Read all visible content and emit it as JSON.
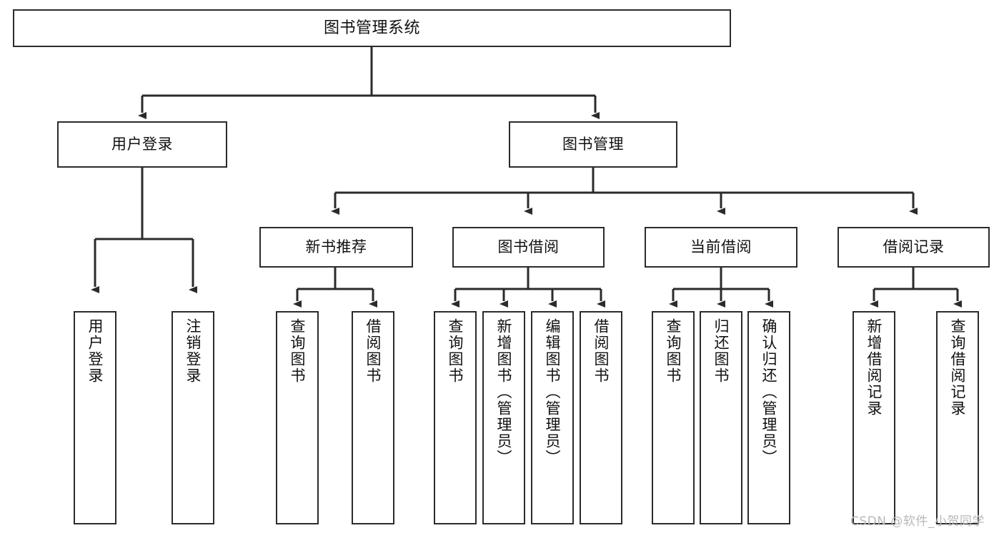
{
  "diagram": {
    "title": "图书管理系统",
    "type": "tree-hierarchy-diagram",
    "colors": {
      "background": "#ffffff",
      "box_border": "#2b2b2b",
      "box_fill": "#ffffff",
      "connector": "#2b2b2b",
      "text": "#111111",
      "watermark": "#b8b8b8"
    },
    "root": {
      "label": "图书管理系统"
    },
    "level2": [
      {
        "id": "user-login",
        "label": "用户登录"
      },
      {
        "id": "book-manage",
        "label": "图书管理"
      }
    ],
    "level3": [
      {
        "id": "new-book-recommend",
        "label": "新书推荐"
      },
      {
        "id": "book-borrow",
        "label": "图书借阅"
      },
      {
        "id": "current-borrow",
        "label": "当前借阅"
      },
      {
        "id": "borrow-record",
        "label": "借阅记录"
      }
    ],
    "leaves": {
      "user_login": [
        {
          "id": "leaf-user-login",
          "label": "用户登录"
        },
        {
          "id": "leaf-logout-login",
          "label": "注销登录"
        }
      ],
      "new_book_recommend": [
        {
          "id": "leaf-query-book-1",
          "label": "查询图书"
        },
        {
          "id": "leaf-borrow-book-1",
          "label": "借阅图书"
        }
      ],
      "book_borrow": [
        {
          "id": "leaf-query-book-2",
          "label": "查询图书"
        },
        {
          "id": "leaf-add-book",
          "label": "新增图书（管理员）"
        },
        {
          "id": "leaf-edit-book",
          "label": "编辑图书（管理员）"
        },
        {
          "id": "leaf-borrow-book-2",
          "label": "借阅图书"
        }
      ],
      "current_borrow": [
        {
          "id": "leaf-query-book-3",
          "label": "查询图书"
        },
        {
          "id": "leaf-return-book",
          "label": "归还图书"
        },
        {
          "id": "leaf-confirm-return",
          "label": "确认归还（管理员）"
        }
      ],
      "borrow_record": [
        {
          "id": "leaf-add-record",
          "label": "新增借阅记录"
        },
        {
          "id": "leaf-query-record",
          "label": "查询借阅记录"
        }
      ]
    },
    "watermark": "CSDN @软件_小贺同学"
  }
}
